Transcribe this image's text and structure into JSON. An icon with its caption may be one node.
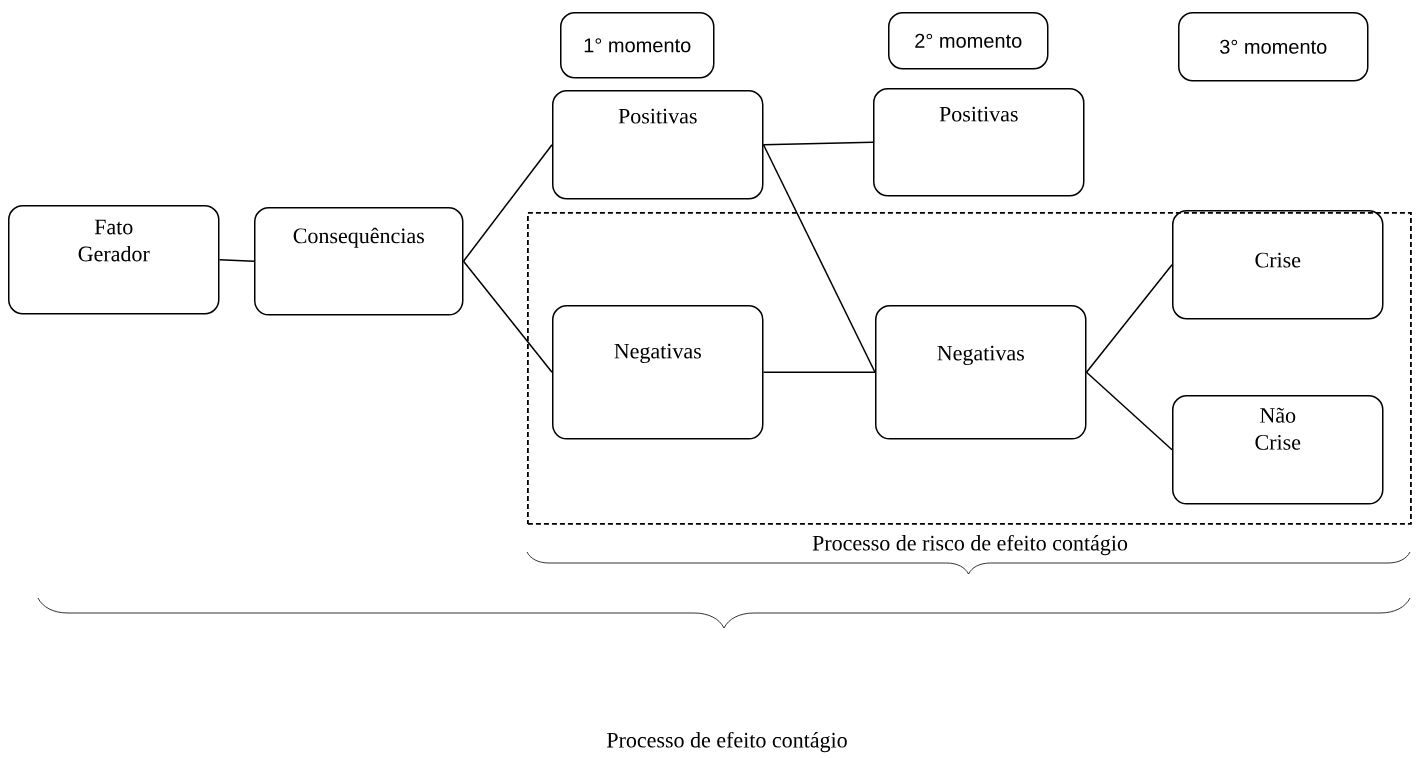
{
  "diagram": {
    "nodes": [
      {
        "text": [
          "1° momento"
        ]
      },
      {
        "text": [
          "2° momento"
        ]
      },
      {
        "text": [
          "3° momento"
        ]
      },
      {
        "text": [
          "Fato Gerador"
        ]
      },
      {
        "text": [
          "Consequências"
        ]
      },
      {
        "text": [
          "Positivas"
        ]
      },
      {
        "text": [
          "Positivas"
        ]
      },
      {
        "text": [],
        "shape": "box"
      },
      {
        "text": [
          "Negativas"
        ],
        "in": 7
      },
      {
        "text": [
          "Negativas"
        ],
        "in": 7
      },
      {
        "text": [
          "Crise"
        ],
        "in": 7
      },
      {
        "text": [
          "Não Crise"
        ],
        "in": 7
      }
    ],
    "edges": [
      {
        "from": 3,
        "to": 4,
        "arrow": "none"
      },
      {
        "from": 4,
        "to": 5,
        "arrow": "none"
      },
      {
        "from": 4,
        "to": 8,
        "arrow": "none"
      },
      {
        "from": 5,
        "to": 6,
        "arrow": "none"
      },
      {
        "from": 5,
        "to": 9,
        "arrow": "none"
      },
      {
        "from": 8,
        "to": 9,
        "arrow": "none"
      },
      {
        "from": 9,
        "to": 10,
        "arrow": "none"
      },
      {
        "from": 9,
        "to": 11,
        "arrow": "none"
      }
    ],
    "labels": [
      "Processo de risco de efeito contágio",
      "Processo de efeito contágio"
    ]
  }
}
